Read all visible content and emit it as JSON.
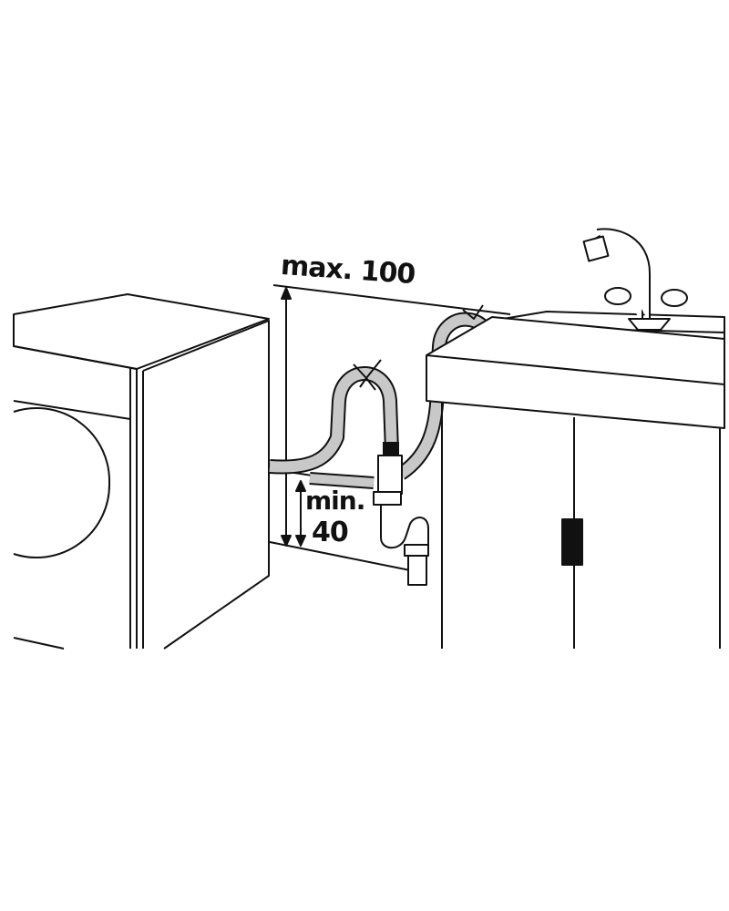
{
  "diagram": {
    "max_label": "max. 100",
    "min_label_line1": "min.",
    "min_label_line2": "40",
    "colors": {
      "line": "#111111",
      "hose": "#c8c8c8",
      "background": "#ffffff"
    }
  }
}
